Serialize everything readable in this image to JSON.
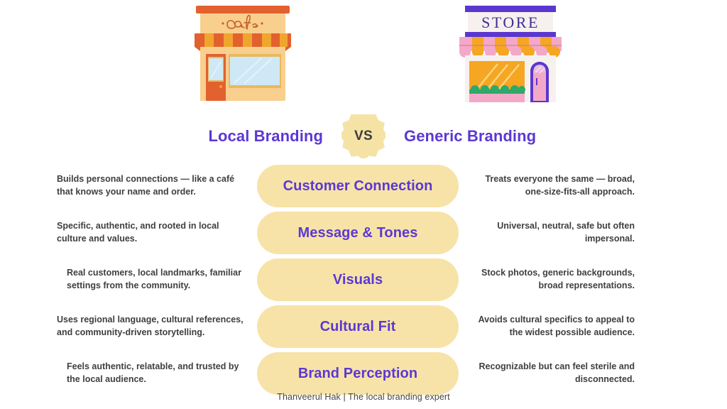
{
  "illustrations": {
    "cafe": {
      "sign_text": "Cafe",
      "alt": "cafe-storefront-illustration",
      "colors": {
        "roof": "#e2612f",
        "facade": "#f9cf8e",
        "awning_dark": "#e2612f",
        "awning_light": "#f0a52e",
        "door": "#e2612f",
        "glass": "#cfe8f5"
      }
    },
    "store": {
      "sign_text": "STORE",
      "alt": "generic-store-illustration",
      "colors": {
        "trim": "#5b37d0",
        "facade": "#f6f1ee",
        "awning_pink": "#f4a8c8",
        "awning_yellow": "#f5a623",
        "window": "#f5a623",
        "door": "#f4a8c8",
        "planter": "#f4a8c8",
        "bush": "#2fa86a"
      }
    }
  },
  "heading": {
    "left_title": "Local Branding",
    "vs_label": "VS",
    "right_title": "Generic Branding",
    "accent_color": "#5b38d4",
    "badge_color": "#f5e3a6"
  },
  "comparison": {
    "rows": [
      {
        "local": "Builds personal connections — like a café that knows your name and order.",
        "category": "Customer Connection",
        "generic": "Treats everyone the same — broad, one-size-fits-all approach."
      },
      {
        "local": "Specific, authentic, and rooted in local culture and values.",
        "category": "Message & Tones",
        "generic": "Universal, neutral, safe but often impersonal."
      },
      {
        "local": "Real customers, local landmarks, familiar settings from the community.",
        "category": "Visuals",
        "generic": "Stock photos, generic backgrounds, broad representations."
      },
      {
        "local": "Uses regional language, cultural references, and community-driven storytelling.",
        "category": "Cultural Fit",
        "generic": "Avoids cultural specifics to appeal to the widest possible audience."
      },
      {
        "local": "Feels authentic, relatable, and trusted by the local audience.",
        "category": "Brand Perception",
        "generic": "Recognizable but can feel sterile and disconnected."
      }
    ]
  },
  "footer": {
    "credit": "Thanveerul Hak | The local branding expert"
  }
}
